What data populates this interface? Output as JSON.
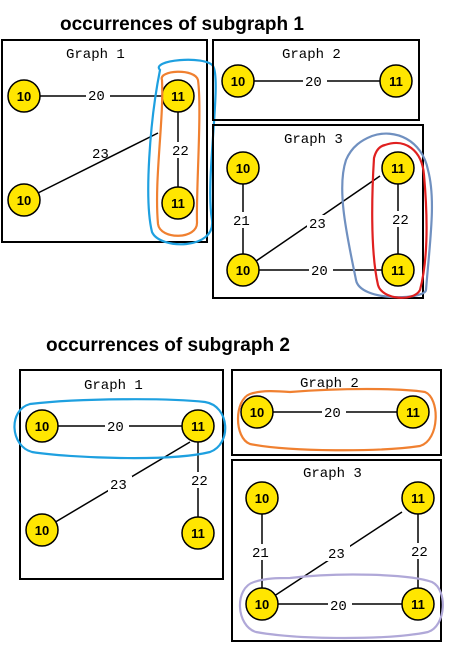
{
  "sections": [
    {
      "title": "occurrences of subgraph 1",
      "graphs": [
        {
          "title": "Graph 1",
          "nodes": [
            "10",
            "11",
            "10",
            "11"
          ],
          "edges": [
            "20",
            "22",
            "23"
          ]
        },
        {
          "title": "Graph 2",
          "nodes": [
            "10",
            "11"
          ],
          "edges": [
            "20"
          ]
        },
        {
          "title": "Graph 3",
          "nodes": [
            "10",
            "11",
            "10",
            "11"
          ],
          "edges": [
            "20",
            "22",
            "23",
            "21"
          ]
        }
      ],
      "highlights": [
        {
          "graph": "Graph 1",
          "color": "#1ea0e0"
        },
        {
          "graph": "Graph 1",
          "color": "#f08030"
        },
        {
          "graph": "Graph 3",
          "color": "#7090c0"
        },
        {
          "graph": "Graph 3",
          "color": "#e02020"
        }
      ]
    },
    {
      "title": "occurrences of subgraph 2",
      "graphs": [
        {
          "title": "Graph 1",
          "nodes": [
            "10",
            "11",
            "10",
            "11"
          ],
          "edges": [
            "20",
            "23",
            "22"
          ]
        },
        {
          "title": "Graph 2",
          "nodes": [
            "10",
            "11"
          ],
          "edges": [
            "20"
          ]
        },
        {
          "title": "Graph 3",
          "nodes": [
            "10",
            "11",
            "10",
            "11"
          ],
          "edges": [
            "21",
            "23",
            "22",
            "20"
          ]
        }
      ],
      "highlights": [
        {
          "graph": "Graph 1",
          "color": "#1ea0e0"
        },
        {
          "graph": "Graph 2",
          "color": "#f08030"
        },
        {
          "graph": "Graph 3",
          "color": "#b0a8d8"
        }
      ]
    }
  ],
  "colors": {
    "node_fill": "#ffe600",
    "stroke": "#000000",
    "background": "#ffffff"
  }
}
